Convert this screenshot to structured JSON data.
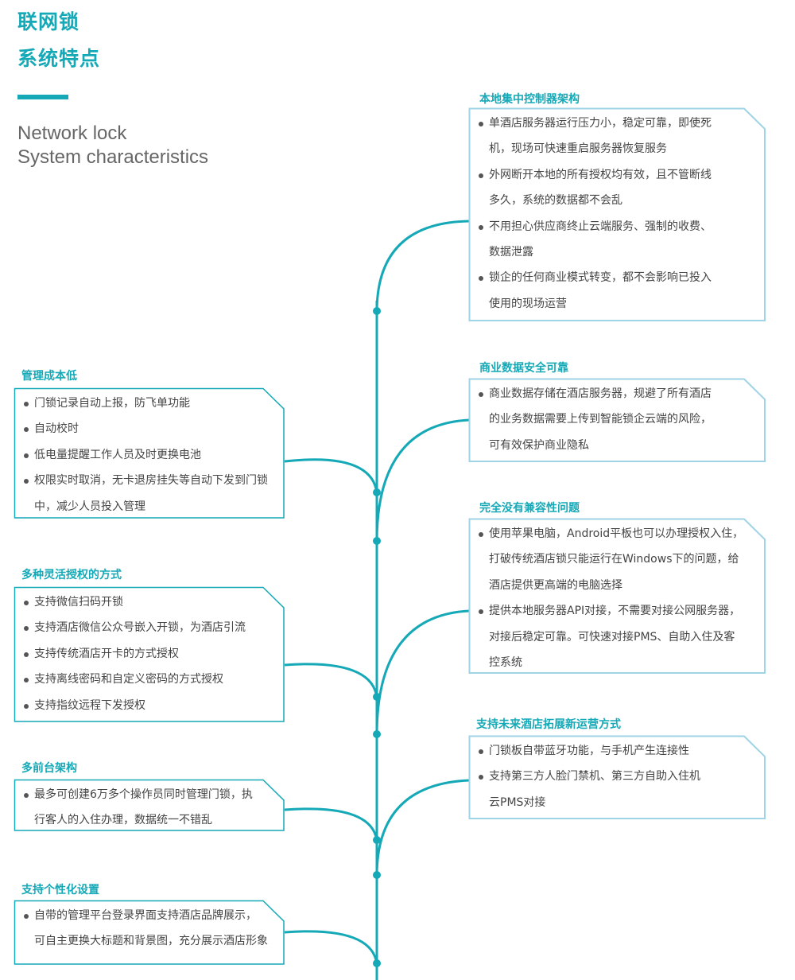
{
  "title": {
    "line1": "联网锁",
    "line2": "系统特点"
  },
  "subtitle": {
    "line1": "Network lock",
    "line2": "System characteristics"
  },
  "colors": {
    "accent": "#15a9b7",
    "left_box_border": "#15a9b7",
    "right_box_border": "#9fd3e6",
    "text": "#444444"
  },
  "right_sections": [
    {
      "heading": "本地集中控制器架构",
      "items": [
        [
          "单酒店服务器运行压力小，稳定可靠，即使死",
          "机，现场可快速重启服务器恢复服务"
        ],
        [
          "外网断开本地的所有授权均有效，且不管断线",
          "多久，系统的数据都不会乱"
        ],
        [
          "不用担心供应商终止云端服务、强制的收费、",
          "数据泄露"
        ],
        [
          "锁企的任何商业模式转变，都不会影响已投入",
          "使用的现场运营"
        ]
      ]
    },
    {
      "heading": "商业数据安全可靠",
      "items": [
        [
          "商业数据存储在酒店服务器，规避了所有酒店",
          "的业务数据需要上传到智能锁企云端的风险，",
          "可有效保护商业隐私"
        ]
      ]
    },
    {
      "heading": "完全没有兼容性问题",
      "items": [
        [
          "使用苹果电脑，Android平板也可以办理授权入住，",
          "打破传统酒店锁只能运行在Windows下的问题，给",
          "酒店提供更高端的电脑选择"
        ],
        [
          "提供本地服务器API对接，不需要对接公网服务器，",
          "对接后稳定可靠。可快速对接PMS、自助入住及客",
          "控系统"
        ]
      ]
    },
    {
      "heading": "支持未来酒店拓展新运营方式",
      "items": [
        [
          "门锁板自带蓝牙功能，与手机产生连接性"
        ],
        [
          "支持第三方人脸门禁机、第三方自助入住机",
          "云PMS对接"
        ]
      ]
    }
  ],
  "left_sections": [
    {
      "heading": "管理成本低",
      "items": [
        [
          "门锁记录自动上报，防飞单功能"
        ],
        [
          "自动校时"
        ],
        [
          "低电量提醒工作人员及时更换电池"
        ],
        [
          "权限实时取消，无卡退房挂失等自动下发到门锁",
          "中，减少人员投入管理"
        ]
      ]
    },
    {
      "heading": "多种灵活授权的方式",
      "items": [
        [
          "支持微信扫码开锁"
        ],
        [
          "支持酒店微信公众号嵌入开锁，为酒店引流"
        ],
        [
          "支持传统酒店开卡的方式授权"
        ],
        [
          "支持离线密码和自定义密码的方式授权"
        ],
        [
          "支持指纹远程下发授权"
        ]
      ]
    },
    {
      "heading": "多前台架构",
      "items": [
        [
          "最多可创建6万多个操作员同时管理门锁，执",
          "行客人的入住办理，数据统一不错乱"
        ]
      ]
    },
    {
      "heading": "支持个性化设置",
      "items": [
        [
          "自带的管理平台登录界面支持酒店品牌展示，",
          "可自主更换大标题和背景图，充分展示酒店形象"
        ]
      ]
    }
  ]
}
